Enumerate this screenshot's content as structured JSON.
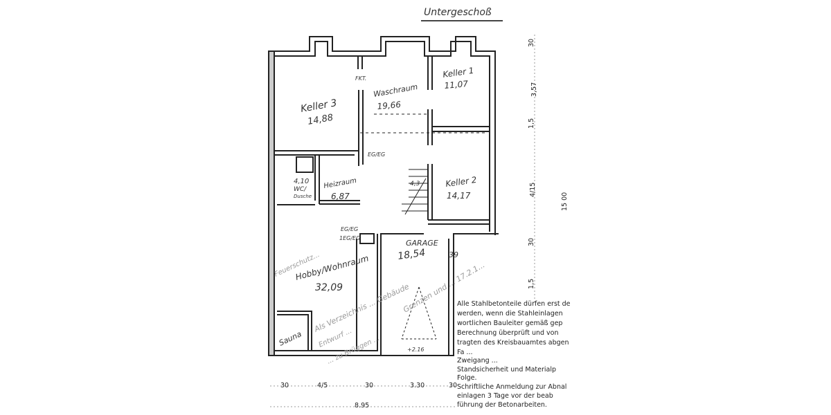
{
  "title": "Untergeschoß",
  "rooms": {
    "keller3": {
      "name": "Keller 3",
      "area": "14,88"
    },
    "waschraum": {
      "name": "Waschraum",
      "area": "19,66"
    },
    "keller1": {
      "name": "Keller 1",
      "area": "11,07"
    },
    "keller2": {
      "name": "Keller 2",
      "area": "14,17"
    },
    "heizraum": {
      "name": "Heizraum",
      "area": "6,87"
    },
    "wc": {
      "area": "4,10",
      "name": "WC/",
      "name2": "Dusche"
    },
    "hobby": {
      "name": "Hobby/Wohnraum",
      "area": "32,09"
    },
    "garage": {
      "name": "GARAGE",
      "area": "18,54"
    },
    "sauna": {
      "name": "Sauna"
    }
  },
  "annotations": {
    "fkt": "FKT.",
    "eg_eg": "EG/EG",
    "eg_eg2": "EG/EG",
    "eg_eg3": "1EG/EG",
    "stair": "4,3",
    "garage_note": "39",
    "feuerschutz": "Feuerschutz...",
    "stamp1": "Als Verzeichnis ... Gebäude",
    "stamp2": "Entwurf ...",
    "stamp3": "... zu Brüggen ...",
    "stamp4": "Grenzen und ... 17.2.1...",
    "garage_floor": "+2.16"
  },
  "dimensions": {
    "bottom": [
      "30",
      "4/5",
      "30",
      "3.30",
      "30"
    ],
    "total": "8.95",
    "right": [
      "30",
      "3,57",
      "1,5",
      "4/15",
      "15 00",
      "30",
      "1,5"
    ]
  },
  "notice": [
    "Alle Stahlbetonteile dürfen erst de",
    "werden, wenn die Stahleinlagen",
    "wortlichen Bauleiter gemäß gep",
    "Berechnung überprüft und von",
    "tragten des Kreisbauamtes abgen",
    "Fa ...",
    "Zweigang ...",
    "Standsicherheit und Materialp",
    "Folge.",
    "Schriftliche Anmeldung zur Abnal",
    "einlagen 3 Tage vor der beab",
    "führung der Betonarbeiten."
  ]
}
